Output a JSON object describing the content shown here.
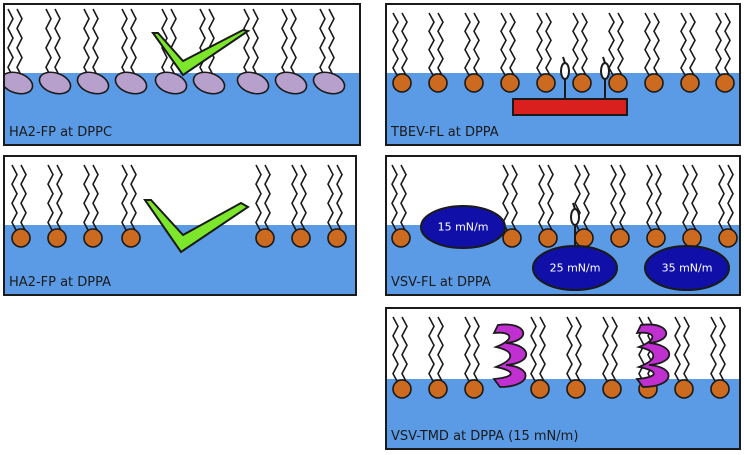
{
  "panels": [
    {
      "caption": "HA2-FP at DPPC"
    },
    {
      "caption": "TBEV-FL at DPPA"
    },
    {
      "caption": "HA2-FP at DPPA"
    },
    {
      "caption": "VSV-FL at DPPA"
    },
    {
      "caption": "VSV-TMD at DPPA (15 mN/m)"
    }
  ],
  "pressures": [
    "15 mN/m",
    "25 mN/m",
    "35 mN/m"
  ],
  "colors": {
    "water": "#5b9be6",
    "lipid_head": "#cc6a1f",
    "dppc_head": "#b7a1cc",
    "peptide_green": "#7ce62a",
    "tbev_bar": "#d9201e",
    "blob": "#1010a8",
    "tmd_magenta": "#c030d0"
  }
}
